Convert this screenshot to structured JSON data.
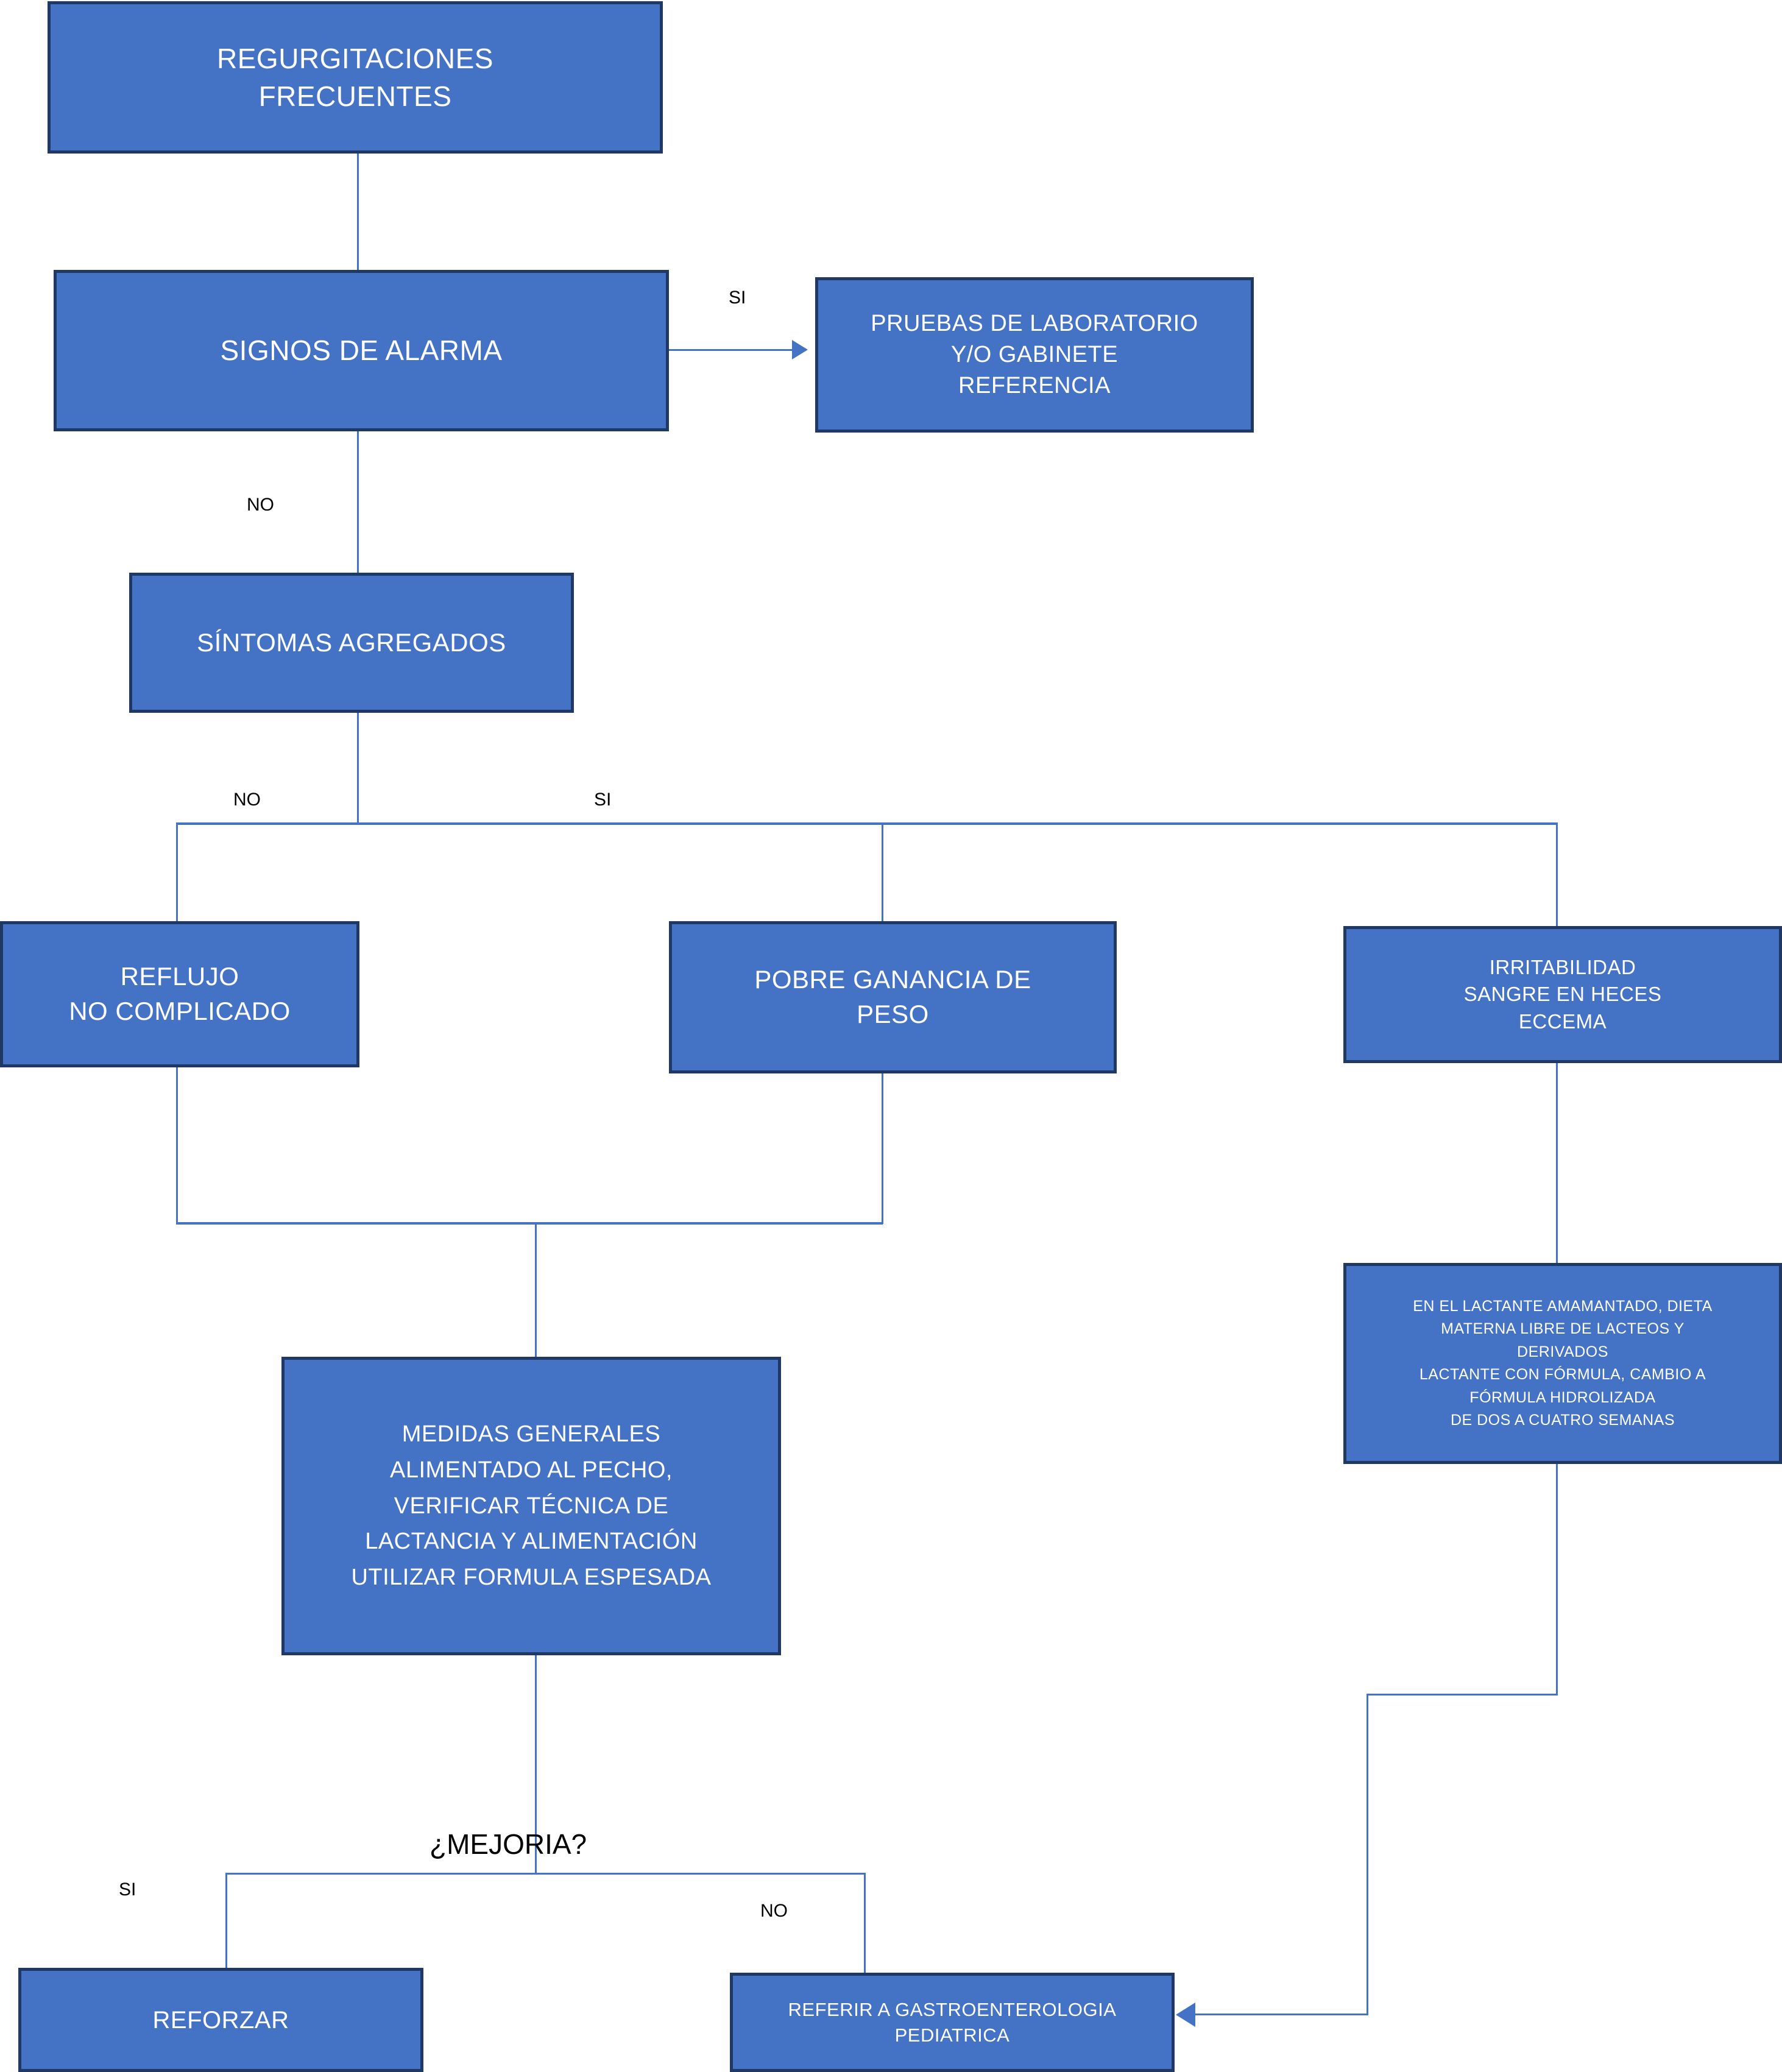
{
  "diagram": {
    "title": "Algoritmo de manejo de regurgitaciones frecuentes",
    "colors": {
      "node_fill": "#4472C4",
      "node_border": "#1F3864",
      "node_text": "#FFFFFF",
      "connector": "#4472C4",
      "label_text": "#000000",
      "background": "#FFFFFF"
    },
    "nodes": {
      "regurgitaciones": "REGURGITACIONES\nFRECUENTES",
      "signos_alarma": "SIGNOS DE ALARMA",
      "pruebas_laboratorio": "PRUEBAS DE LABORATORIO\nY/O GABINETE\nREFERENCIA",
      "sintomas_agregados": "SÍNTOMAS AGREGADOS",
      "reflujo": "REFLUJO\nNO COMPLICADO",
      "pobre_ganancia": "POBRE GANANCIA DE\nPESO",
      "irritabilidad": "IRRITABILIDAD\nSANGRE EN HECES\nECCEMA",
      "lactante_dieta": "EN EL LACTANTE AMAMANTADO, DIETA\nMATERNA  LIBRE DE LACTEOS Y\nDERIVADOS\nLACTANTE CON FÓRMULA, CAMBIO A\nFÓRMULA HIDROLIZADA\nDE DOS A CUATRO SEMANAS",
      "medidas_generales": "MEDIDAS GENERALES\nALIMENTADO AL PECHO,\nVERIFICAR TÉCNICA DE\nLACTANCIA Y ALIMENTACIÓN\nUTILIZAR FORMULA ESPESADA",
      "reforzar": "REFORZAR",
      "referir_gastro": "REFERIR A GASTROENTEROLOGIA\nPEDIATRICA"
    },
    "decision_labels": {
      "mejoria": "¿MEJORIA?"
    },
    "edge_labels": {
      "alarma_si": "SI",
      "alarma_no": "NO",
      "sintomas_no": "NO",
      "sintomas_si": "SI",
      "mejoria_si": "SI",
      "mejoria_no": "NO"
    }
  }
}
